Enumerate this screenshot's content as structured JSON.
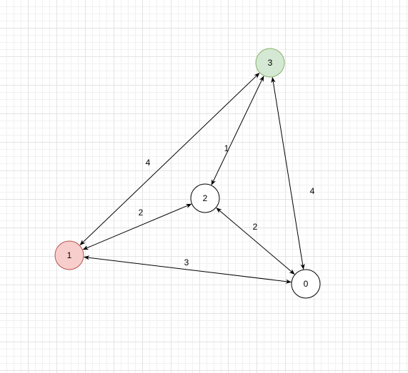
{
  "diagram": {
    "nodes": [
      {
        "id": "3",
        "label": "3",
        "fill": "#d5e8d4",
        "stroke": "#82b366"
      },
      {
        "id": "2",
        "label": "2",
        "fill": "#ffffff",
        "stroke": "#000000"
      },
      {
        "id": "1",
        "label": "1",
        "fill": "#f8cecc",
        "stroke": "#b85450"
      },
      {
        "id": "0",
        "label": "0",
        "fill": "#ffffff",
        "stroke": "#000000"
      }
    ],
    "edges": [
      {
        "from": "1",
        "to": "3",
        "weight": "4",
        "bidirectional": true
      },
      {
        "from": "3",
        "to": "2",
        "weight": "1",
        "bidirectional": true
      },
      {
        "from": "3",
        "to": "0",
        "weight": "4",
        "bidirectional": true
      },
      {
        "from": "1",
        "to": "2",
        "weight": "2",
        "bidirectional": true
      },
      {
        "from": "2",
        "to": "0",
        "weight": "2",
        "bidirectional": true
      },
      {
        "from": "1",
        "to": "0",
        "weight": "3",
        "bidirectional": true
      }
    ]
  }
}
